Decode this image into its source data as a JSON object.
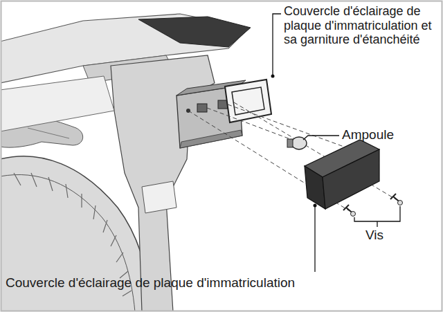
{
  "diagram": {
    "labels": [
      "Couvercle d'éclairage de plaque d'immatriculation et sa garniture d'étanchéité",
      "Ampoule",
      "Vis",
      "Couvercle d'éclairage de plaque d'immatriculation"
    ]
  }
}
